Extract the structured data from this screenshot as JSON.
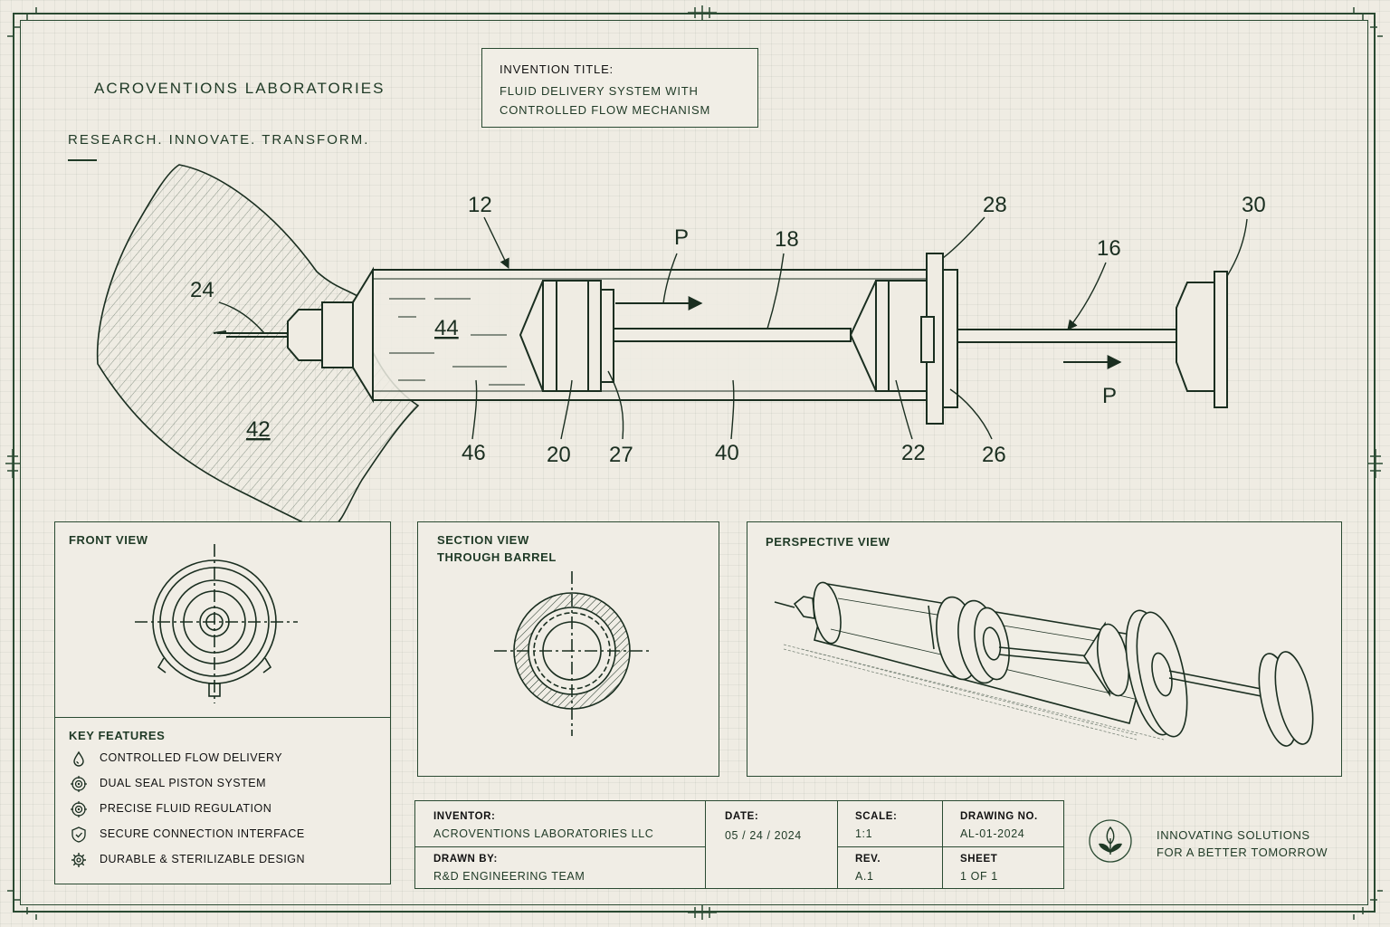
{
  "brand": {
    "name": "ACROVENTIONS LABORATORIES",
    "tagline": "RESEARCH. INNOVATE. TRANSFORM."
  },
  "title_block": {
    "heading": "INVENTION TITLE:",
    "line1": "FLUID DELIVERY SYSTEM WITH",
    "line2": "CONTROLLED FLOW MECHANISM"
  },
  "callouts": {
    "c12": "12",
    "c18": "18",
    "c28": "28",
    "c30": "30",
    "c16": "16",
    "c24": "24",
    "c44": "44",
    "c42": "42",
    "c46": "46",
    "c20": "20",
    "c27": "27",
    "c40": "40",
    "c22": "22",
    "c26": "26",
    "p_top": "P",
    "p_bottom": "P"
  },
  "views": {
    "front": "FRONT VIEW",
    "section_l1": "SECTION VIEW",
    "section_l2": "THROUGH BARREL",
    "perspective": "PERSPECTIVE VIEW"
  },
  "features": {
    "heading": "KEY FEATURES",
    "items": [
      {
        "label": "CONTROLLED FLOW DELIVERY",
        "icon": "droplet-icon"
      },
      {
        "label": "DUAL SEAL PISTON SYSTEM",
        "icon": "target-icon"
      },
      {
        "label": "PRECISE FLUID REGULATION",
        "icon": "target-icon"
      },
      {
        "label": "SECURE CONNECTION INTERFACE",
        "icon": "shield-icon"
      },
      {
        "label": "DURABLE & STERILIZABLE DESIGN",
        "icon": "gear-icon"
      }
    ]
  },
  "info": {
    "inventor_label": "INVENTOR:",
    "inventor": "ACROVENTIONS LABORATORIES LLC",
    "drawn_label": "DRAWN BY:",
    "drawn": "R&D ENGINEERING TEAM",
    "date_label": "DATE:",
    "date": "05 / 24 / 2024",
    "scale_label": "SCALE:",
    "scale": "1:1",
    "rev_label": "REV.",
    "rev": "A.1",
    "drawing_label": "DRAWING NO.",
    "drawing": "AL-01-2024",
    "sheet_label": "SHEET",
    "sheet": "1 OF 1"
  },
  "slogan": {
    "line1": "INNOVATING SOLUTIONS",
    "line2": "FOR A BETTER TOMORROW",
    "icon": "leaf-icon"
  },
  "colors": {
    "ink": "#1f3a26",
    "paper": "#efece3",
    "line": "#1a2e20"
  }
}
